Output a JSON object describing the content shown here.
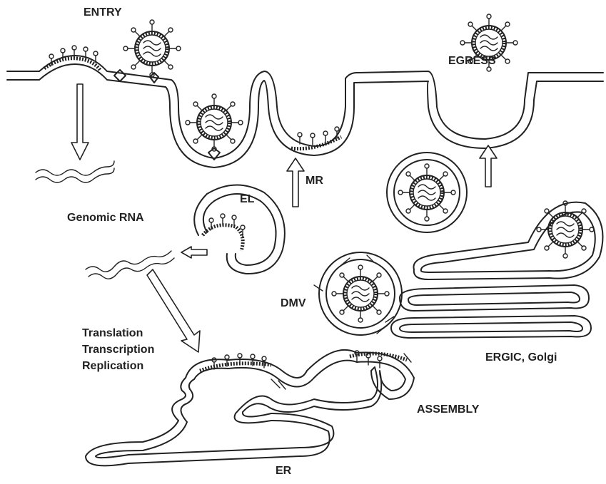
{
  "labels": {
    "entry": "ENTRY",
    "egress": "EGRESS",
    "mr": "MR",
    "el": "EL",
    "genomic_rna": "Genomic RNA",
    "translation": "Translation",
    "transcription": "Transcription",
    "replication": "Replication",
    "dmv": "DMV",
    "ergic_golgi": "ERGIC, Golgi",
    "assembly": "ASSEMBLY",
    "er": "ER"
  }
}
